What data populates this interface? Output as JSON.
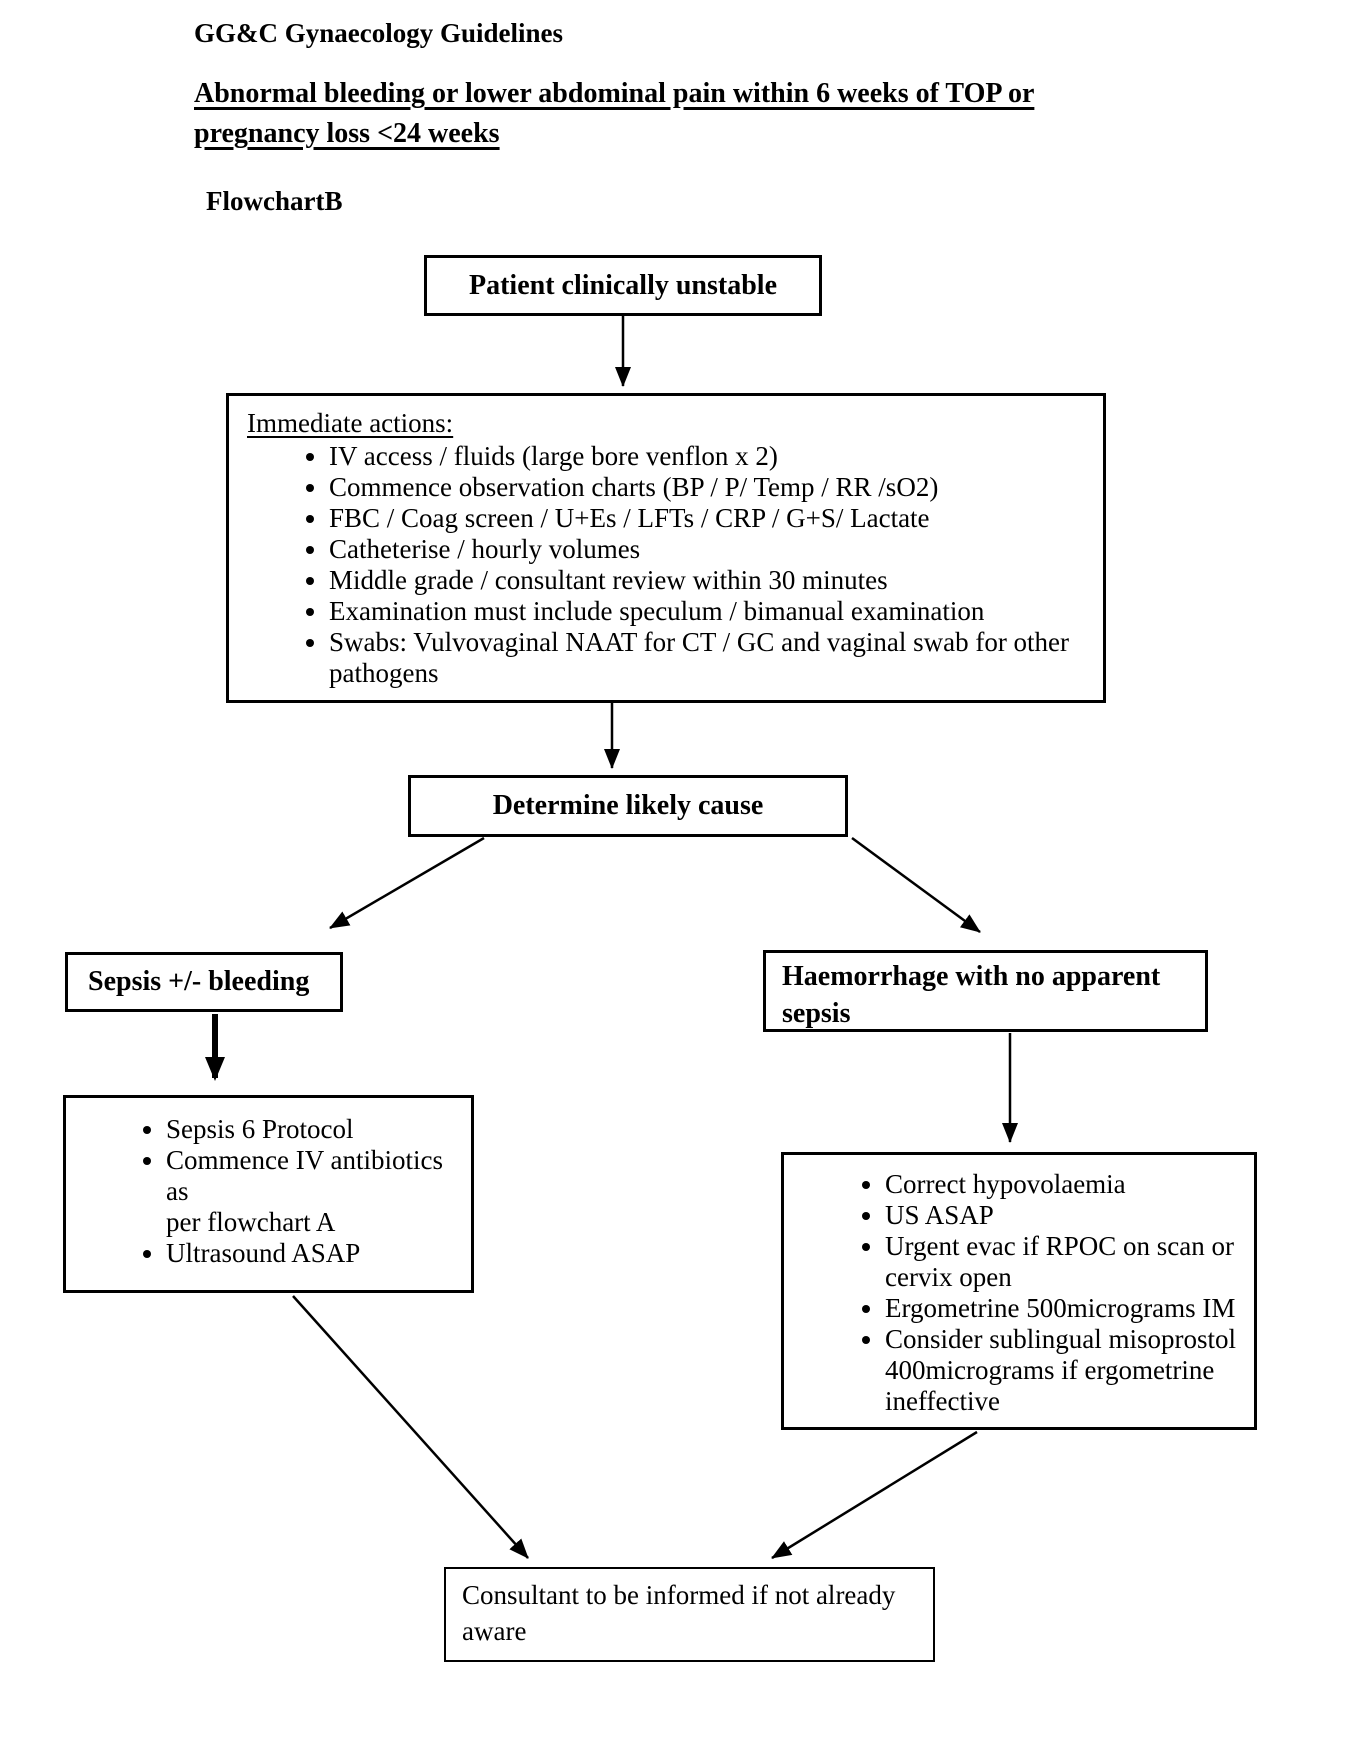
{
  "page": {
    "title": "GG&C Gynaecology Guidelines",
    "heading": "Abnormal bleeding or lower abdominal pain within 6 weeks of TOP or\npregnancy loss <24 weeks",
    "flowchart_label": "FlowchartB"
  },
  "nodes": {
    "patient_unstable": {
      "label": "Patient clinically unstable"
    },
    "immediate_actions": {
      "heading": "Immediate actions:",
      "items": [
        "IV access / fluids (large bore venflon x 2)",
        "Commence observation charts (BP / P/ Temp / RR /sO2)",
        "FBC / Coag screen / U+Es / LFTs / CRP / G+S/ Lactate",
        "Catheterise / hourly volumes",
        "Middle grade / consultant review within 30 minutes",
        "Examination must include speculum / bimanual examination",
        "Swabs: Vulvovaginal NAAT for CT / GC and vaginal swab for other\npathogens"
      ]
    },
    "determine_cause": {
      "label": "Determine likely cause"
    },
    "sepsis": {
      "label": "Sepsis +/- bleeding"
    },
    "sepsis_actions": {
      "items": [
        "Sepsis 6 Protocol",
        "Commence IV antibiotics as\nper flowchart A",
        "Ultrasound ASAP"
      ]
    },
    "haemorrhage": {
      "label": "Haemorrhage with no apparent\nsepsis"
    },
    "haemorrhage_actions": {
      "items": [
        "Correct hypovolaemia",
        "US ASAP",
        "Urgent evac if RPOC on scan or\ncervix open",
        "Ergometrine 500micrograms IM",
        "Consider sublingual misoprostol\n400micrograms if ergometrine\nineffective"
      ]
    },
    "consultant": {
      "label": "Consultant to be informed if not already\naware"
    }
  },
  "colors": {
    "ink": "#000000",
    "background": "#ffffff"
  }
}
